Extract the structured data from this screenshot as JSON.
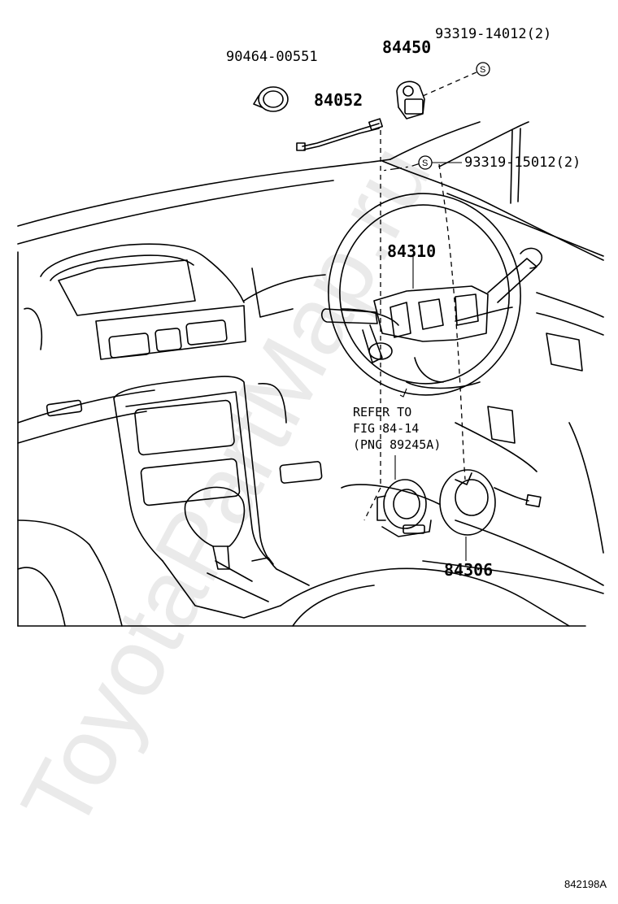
{
  "diagram": {
    "watermark": "ToyotaPartMap.ru",
    "figure_code": "842198A",
    "screw_symbol": "S",
    "parts": [
      {
        "id": "p1",
        "number": "90464-00551"
      },
      {
        "id": "p2",
        "number": "84450"
      },
      {
        "id": "p3",
        "number": "93319-14012(2)"
      },
      {
        "id": "p4",
        "number": "84052"
      },
      {
        "id": "p5",
        "number": "93319-15012(2)"
      },
      {
        "id": "p6",
        "number": "84310"
      },
      {
        "id": "p7",
        "number": "84306"
      }
    ],
    "reference_note": [
      "REFER TO",
      "FIG 84-14",
      "(PNC 89245A)"
    ]
  }
}
